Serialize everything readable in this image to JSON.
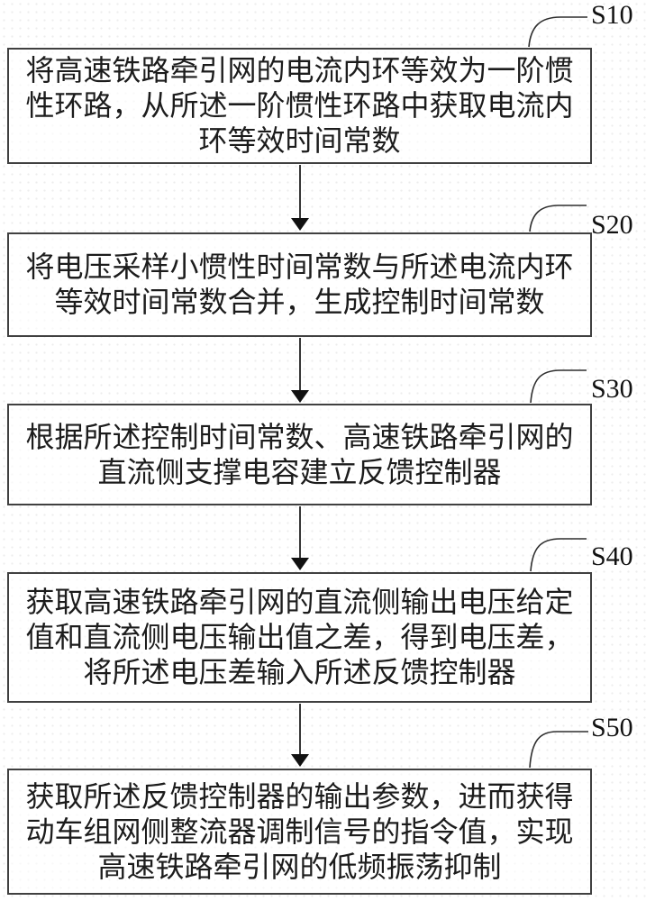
{
  "figure": {
    "kind": "patent-method-flowchart",
    "colors": {
      "ink": "#1c1c1c",
      "box_border": "#404040",
      "background": "#ffffff"
    },
    "steps": [
      {
        "label": "S10",
        "lines": [
          "将高速铁路牵引网的电流内环等效为一阶惯",
          "性环路，从所述一阶惯性环路中获取电流内",
          "环等效时间常数"
        ]
      },
      {
        "label": "S20",
        "lines": [
          "将电压采样小惯性时间常数与所述电流内环",
          "等效时间常数合并，生成控制时间常数"
        ]
      },
      {
        "label": "S30",
        "lines": [
          "根据所述控制时间常数、高速铁路牵引网的",
          "直流侧支撑电容建立反馈控制器"
        ]
      },
      {
        "label": "S40",
        "lines": [
          "获取高速铁路牵引网的直流侧输出电压给定",
          "值和直流侧电压输出值之差，得到电压差，",
          "将所述电压差输入所述反馈控制器"
        ]
      },
      {
        "label": "S50",
        "lines": [
          "获取所述反馈控制器的输出参数，进而获得",
          "动车组网侧整流器调制信号的指令值，实现",
          "高速铁路牵引网的低频振荡抑制"
        ]
      }
    ]
  }
}
